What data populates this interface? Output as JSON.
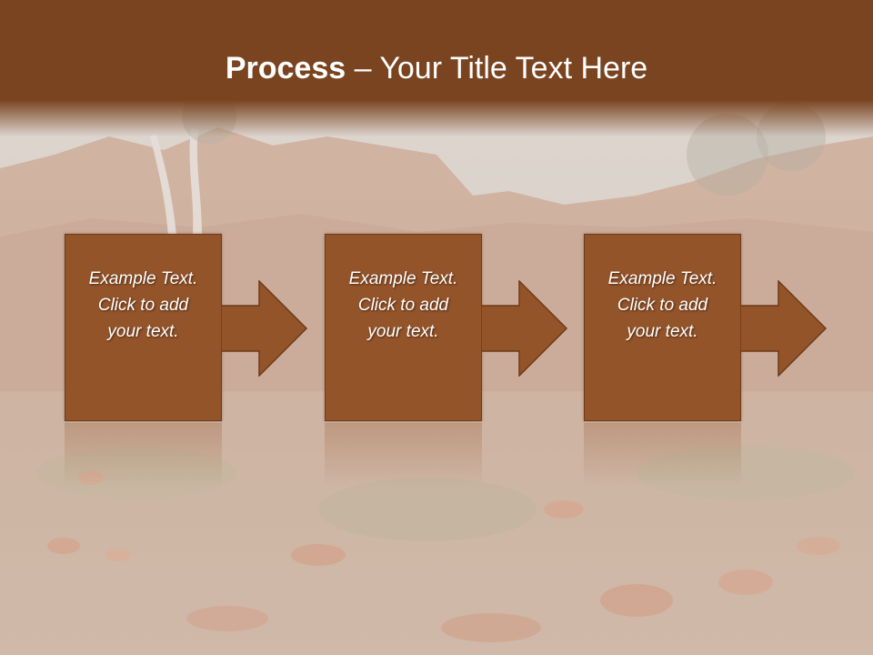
{
  "title": {
    "strong": "Process",
    "rest": " – Your Title Text Here"
  },
  "steps": [
    {
      "text": "Example Text.\nClick  to add\nyour text."
    },
    {
      "text": "Example Text.\nClick  to add\nyour text."
    },
    {
      "text": "Example Text.\nClick  to add\nyour text."
    }
  ],
  "colors": {
    "title_bar": "#7a4420",
    "box_fill": "#94542a",
    "box_border": "#6e3a17",
    "text": "#ffffff"
  },
  "background": {
    "icon": "outback-rock-landscape-photo"
  }
}
